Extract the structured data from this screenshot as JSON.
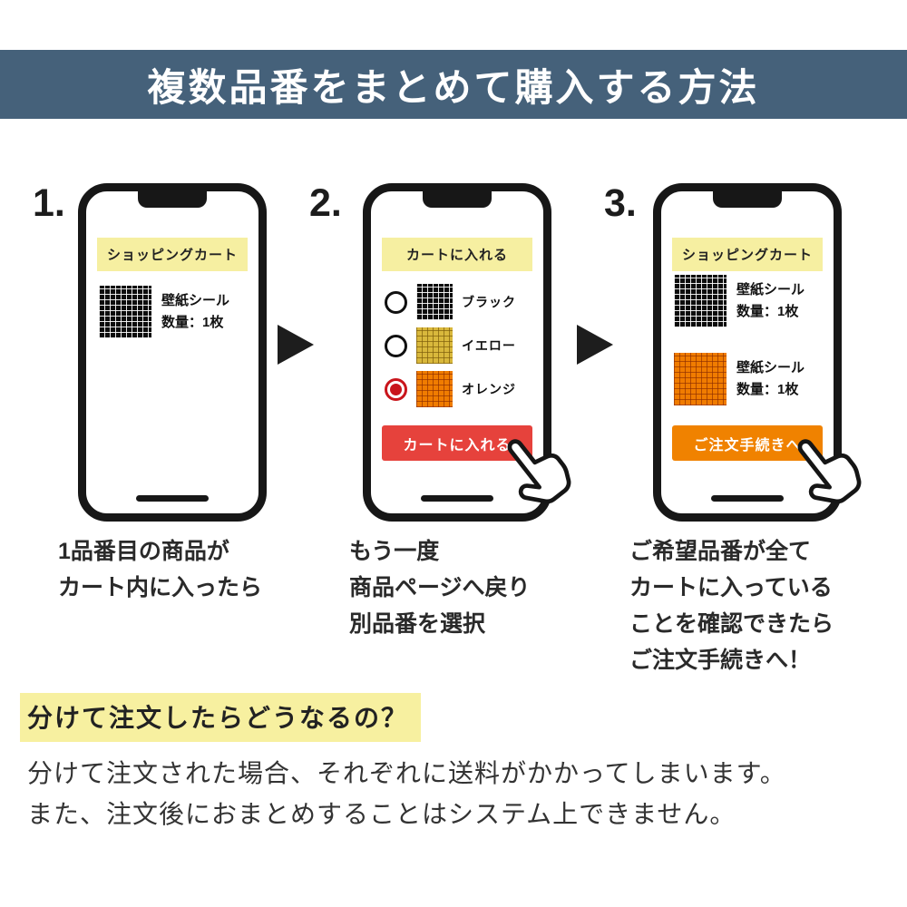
{
  "header": {
    "title": "複数品番をまとめて購入する方法"
  },
  "steps": [
    {
      "number": "1.",
      "phone": {
        "banner": "ショッピングカート",
        "items": [
          {
            "swatch": "black",
            "name": "壁紙シール",
            "qty": "数量：1枚"
          }
        ]
      },
      "caption": [
        "1品番目の商品が",
        "カート内に入ったら"
      ]
    },
    {
      "number": "2.",
      "phone": {
        "banner": "カートに入れる",
        "options": [
          {
            "label": "ブラック",
            "swatch": "black",
            "selected": false
          },
          {
            "label": "イエロー",
            "swatch": "yellow",
            "selected": false
          },
          {
            "label": "オレンジ",
            "swatch": "orange",
            "selected": true
          }
        ],
        "button": {
          "label": "カートに入れる",
          "color": "#e6423c"
        }
      },
      "caption": [
        "もう一度",
        "商品ページへ戻り",
        "別品番を選択"
      ]
    },
    {
      "number": "3.",
      "phone": {
        "banner": "ショッピングカート",
        "items": [
          {
            "swatch": "black",
            "name": "壁紙シール",
            "qty": "数量：1枚"
          },
          {
            "swatch": "orange",
            "name": "壁紙シール",
            "qty": "数量：1枚"
          }
        ],
        "button": {
          "label": "ご注文手続きへ",
          "color": "#f08200"
        }
      },
      "caption": [
        "ご希望品番が全て",
        "カートに入っている",
        "ことを確認できたら",
        "ご注文手続きへ！"
      ]
    }
  ],
  "footer": {
    "heading": "分けて注文したらどうなるの？",
    "lines": [
      "分けて注文された場合、それぞれに送料がかかってしまいます。",
      "また、注文後におまとめすることはシステム上できません。"
    ]
  },
  "colors": {
    "header_bg": "#45617a",
    "banner_bg": "#f6efa1",
    "red_button": "#e6423c",
    "orange_button": "#f08200",
    "highlight": "#f7f0a0",
    "selected_radio": "#c9151c"
  },
  "icons": {
    "hand": "hand-cursor-icon",
    "arrow": "arrow-right-icon"
  }
}
